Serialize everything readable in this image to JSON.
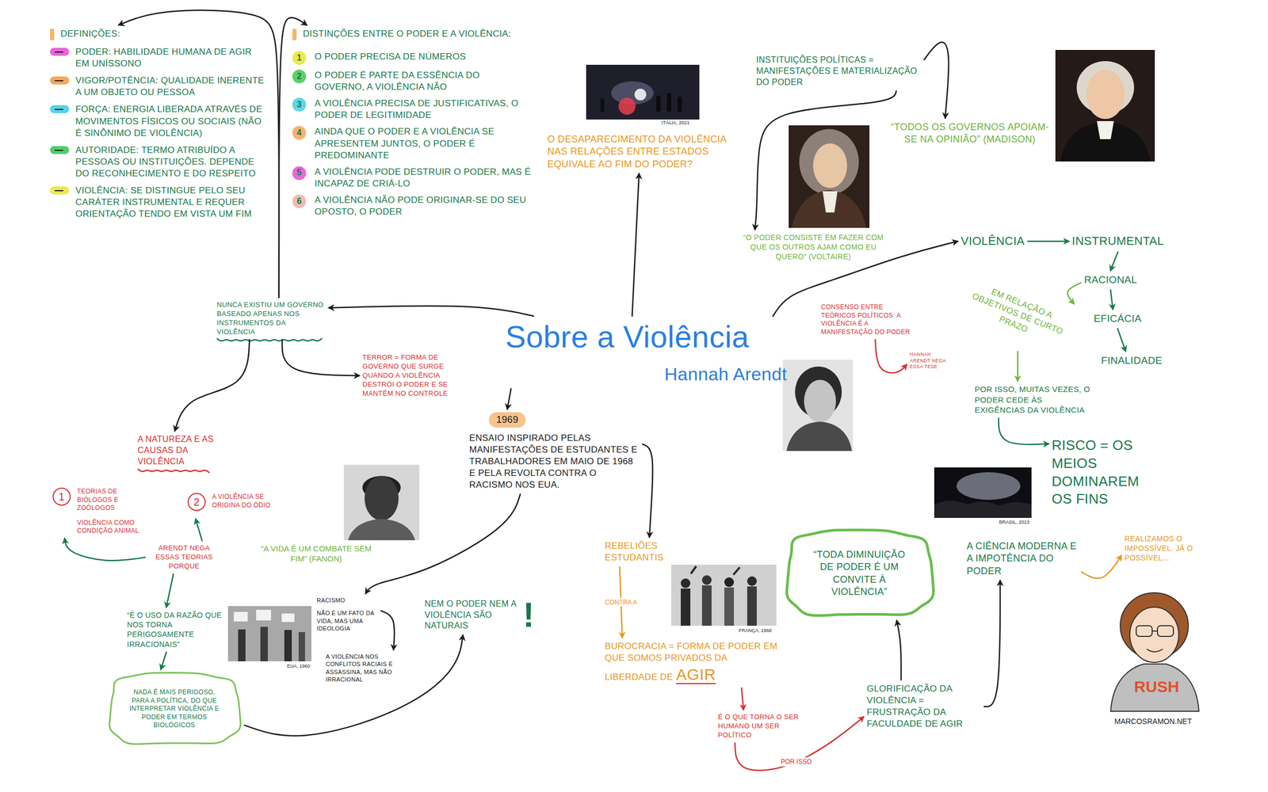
{
  "diagram": {
    "nodes": [
      {
        "text": [
          "Sobre a Violência",
          "Hannah Arendt"
        ]
      },
      {
        "text": [
          "DEFINIÇÕES:",
          "PODER: HABILIDADE HUMANA DE AGIR EM UNÍSSONO",
          "VIGOR/POTÊNCIA: QUALIDADE INERENTE A UM OBJETO OU PESSOA",
          "FORÇA: ENERGIA LIBERADA ATRAVÉS DE MOVIMENTOS FÍSICOS OU SOCIAIS (NÃO É SINÔNIMO DE VIOLÊNCIA)",
          "AUTORIDADE: TERMO ATRIBUÍDO A PESSOAS OU INSTITUIÇÕES. DEPENDE DO RECONHECIMENTO E DO RESPEITO",
          "VIOLÊNCIA: SE DISTINGUE PELO SEU CARÁTER INSTRUMENTAL E REQUER ORIENTAÇÃO TENDO EM VISTA UM FIM"
        ]
      },
      {
        "text": [
          "DISTINÇÕES ENTRE O PODER E A VIOLÊNCIA:",
          "1",
          "O PODER PRECISA DE NÚMEROS",
          "2",
          "O PODER É PARTE DA ESSÊNCIA DO GOVERNO, A VIOLÊNCIA NÃO",
          "3",
          "A VIOLÊNCIA PRECISA DE JUSTIFICATIVAS, O PODER DE LEGITIMIDADE",
          "4",
          "AINDA QUE O PODER E A VIOLÊNCIA SE APRESENTEM JUNTOS, O PODER É PREDOMINANTE",
          "5",
          "A VIOLÊNCIA PODE DESTRUIR O PODER, MAS É INCAPAZ DE CRIÁ-LO",
          "6",
          "A VIOLÊNCIA NÃO PODE ORIGINAR-SE DO SEU OPOSTO, O PODER"
        ]
      },
      {
        "text": [
          "NUNCA EXISTIU UM GOVERNO BASEADO APENAS NOS INSTRUMENTOS DA VIOLÊNCIA"
        ]
      },
      {
        "text": [
          "TERROR = FORMA DE GOVERNO QUE SURGE QUANDO A VIOLÊNCIA DESTRÓI O PODER E SE MANTÉM NO CONTROLE"
        ]
      },
      {
        "text": [
          "A NATUREZA E AS CAUSAS DA VIOLÊNCIA"
        ]
      },
      {
        "text": [
          "1",
          "TEORIAS DE BIÓLOGOS E ZOÓLOGOS",
          "VIOLÊNCIA COMO CONDIÇÃO ANIMAL"
        ]
      },
      {
        "text": [
          "2",
          "A VIOLÊNCIA SE ORIGINA DO ÓDIO"
        ]
      },
      {
        "text": [
          "ARENDT NEGA ESSAS TEORIAS PORQUE"
        ]
      },
      {
        "text": [
          "“É O USO DA RAZÃO QUE NOS TORNA PERIGOSAMENTE IRRACIONAIS”"
        ]
      },
      {
        "text": [
          "NADA É MAIS PERIGOSO, PARA A POLÍTICA, DO QUE INTERPRETAR VIOLÊNCIA E PODER EM TERMOS BIOLÓGICOS"
        ]
      },
      {
        "text": [
          "RACISMO",
          "NÃO É UM FATO DA VIDA, MAS UMA IDEOLOGIA"
        ]
      },
      {
        "text": [
          "A VIOLÊNCIA NOS CONFLITOS RACIAIS É ASSASSINA, MAS NÃO IRRACIONAL"
        ]
      },
      {
        "text": [
          "NEM O PODER NEM A VIOLÊNCIA SÃO NATURAIS",
          "!"
        ]
      },
      {
        "text": [
          "1969"
        ]
      },
      {
        "text": [
          "ENSAIO INSPIRADO PELAS MANIFESTAÇÕES DE ESTUDANTES E TRABALHADORES EM MAIO DE 1968 E PELA REVOLTA CONTRA O RACISMO NOS EUA."
        ]
      },
      {
        "text": [
          "REBELIÕES ESTUDANTIS"
        ]
      },
      {
        "text": [
          "BUROCRACIA = FORMA DE PODER EM QUE SOMOS PRIVADOS DA LIBERDADE DE",
          "AGIR"
        ]
      },
      {
        "text": [
          "É O QUE TORNA O SER HUMANO UM SER POLÍTICO"
        ]
      },
      {
        "text": [
          "GLORIFICAÇÃO DA VIOLÊNCIA = FRUSTRAÇÃO DA FACULDADE DE AGIR"
        ]
      },
      {
        "text": [
          "“TODA DIMINUIÇÃO DE PODER É UM CONVITE À VIOLÊNCIA”"
        ]
      },
      {
        "text": [
          "A CIÊNCIA MODERNA E A IMPOTÊNCIA DO PODER"
        ]
      },
      {
        "text": [
          "REALIZAMOS O IMPOSSÍVEL. JÁ O POSSÍVEL..."
        ]
      },
      {
        "text": [
          "O DESAPARECIMENTO DA VIOLÊNCIA NAS RELAÇÕES ENTRE ESTADOS EQUIVALE AO FIM DO PODER?"
        ]
      },
      {
        "text": [
          "INSTITUIÇÕES POLÍTICAS = MANIFESTAÇÕES E MATERIALIZAÇÃO DO PODER"
        ]
      },
      {
        "text": [
          "“O PODER CONSISTE EM FAZER COM QUE OS OUTROS AJAM COMO EU QUERO” (VOLTAIRE)"
        ]
      },
      {
        "text": [
          "“TODOS OS GOVERNOS APOIAM-SE NA OPINIÃO” (MADISON)"
        ]
      },
      {
        "text": [
          "CONSENSO ENTRE TEÓRICOS POLÍTICOS: A VIOLÊNCIA É A MANIFESTAÇÃO DO PODER"
        ]
      },
      {
        "text": [
          "HANNAH ARENDT NEGA ESSA TESE"
        ]
      },
      {
        "text": [
          "VIOLÊNCIA"
        ]
      },
      {
        "text": [
          "INSTRUMENTAL"
        ]
      },
      {
        "text": [
          "RACIONAL"
        ]
      },
      {
        "text": [
          "EM RELAÇÃO A OBJETIVOS DE CURTO PRAZO"
        ]
      },
      {
        "text": [
          "EFICÁCIA"
        ]
      },
      {
        "text": [
          "FINALIDADE"
        ]
      },
      {
        "text": [
          "POR ISSO, MUITAS VEZES, O PODER CEDE ÀS EXIGÊNCIAS DA VIOLÊNCIA"
        ]
      },
      {
        "text": [
          "RISCO = OS MEIOS DOMINAREM OS FINS"
        ]
      }
    ],
    "edges": [
      {
        "from": 0,
        "to": 3,
        "arrow": "to"
      },
      {
        "from": 3,
        "to": 1,
        "arrow": "to"
      },
      {
        "from": 3,
        "to": 2,
        "arrow": "to"
      },
      {
        "from": 3,
        "to": 4,
        "arrow": "to"
      },
      {
        "from": 3,
        "to": 5,
        "arrow": "to"
      },
      {
        "from": 8,
        "to": 6,
        "arrow": "to"
      },
      {
        "from": 8,
        "to": 7,
        "arrow": "to"
      },
      {
        "from": 8,
        "to": 9,
        "arrow": "to"
      },
      {
        "from": 9,
        "to": 10,
        "arrow": "to"
      },
      {
        "from": 10,
        "to": 13,
        "arrow": "to"
      },
      {
        "from": 0,
        "to": 14,
        "arrow": "to"
      },
      {
        "from": 15,
        "to": 11,
        "arrow": "to"
      },
      {
        "from": 11,
        "to": 12,
        "arrow": "to"
      },
      {
        "from": 15,
        "to": 16,
        "arrow": "to"
      },
      {
        "from": 16,
        "to": 17,
        "label": "CONTRA A",
        "arrow": "to"
      },
      {
        "from": 17,
        "to": 18,
        "arrow": "to"
      },
      {
        "from": 18,
        "to": 19,
        "label": "POR ISSO",
        "arrow": "to"
      },
      {
        "from": 19,
        "to": 20,
        "arrow": "to"
      },
      {
        "from": 19,
        "to": 21,
        "arrow": "to"
      },
      {
        "from": 21,
        "to": 22,
        "arrow": "to"
      },
      {
        "from": 0,
        "to": 23,
        "arrow": "to"
      },
      {
        "from": 24,
        "to": 26,
        "arrow": "to"
      },
      {
        "from": 24,
        "to": 25,
        "arrow": "to"
      },
      {
        "from": 27,
        "to": 28,
        "arrow": "to"
      },
      {
        "from": 0,
        "to": 29,
        "arrow": "to"
      },
      {
        "from": 29,
        "to": 30,
        "arrow": "to"
      },
      {
        "from": 30,
        "to": 31,
        "arrow": "to"
      },
      {
        "from": 31,
        "to": 32,
        "arrow": "to"
      },
      {
        "from": 31,
        "to": 33,
        "arrow": "to"
      },
      {
        "from": 33,
        "to": 34,
        "arrow": "to"
      },
      {
        "from": 32,
        "to": 35,
        "arrow": "to"
      },
      {
        "from": 35,
        "to": 36,
        "arrow": "to"
      }
    ],
    "labels": [
      "ITÁLIA, 2021",
      "“A VIDA É UM COMBATE SEM FIM” (FANON)",
      "EUA, 1960",
      "FRANÇA, 1968",
      "BRASIL, 2013",
      "RUSH",
      "MARCOSRAMON.NET"
    ]
  }
}
